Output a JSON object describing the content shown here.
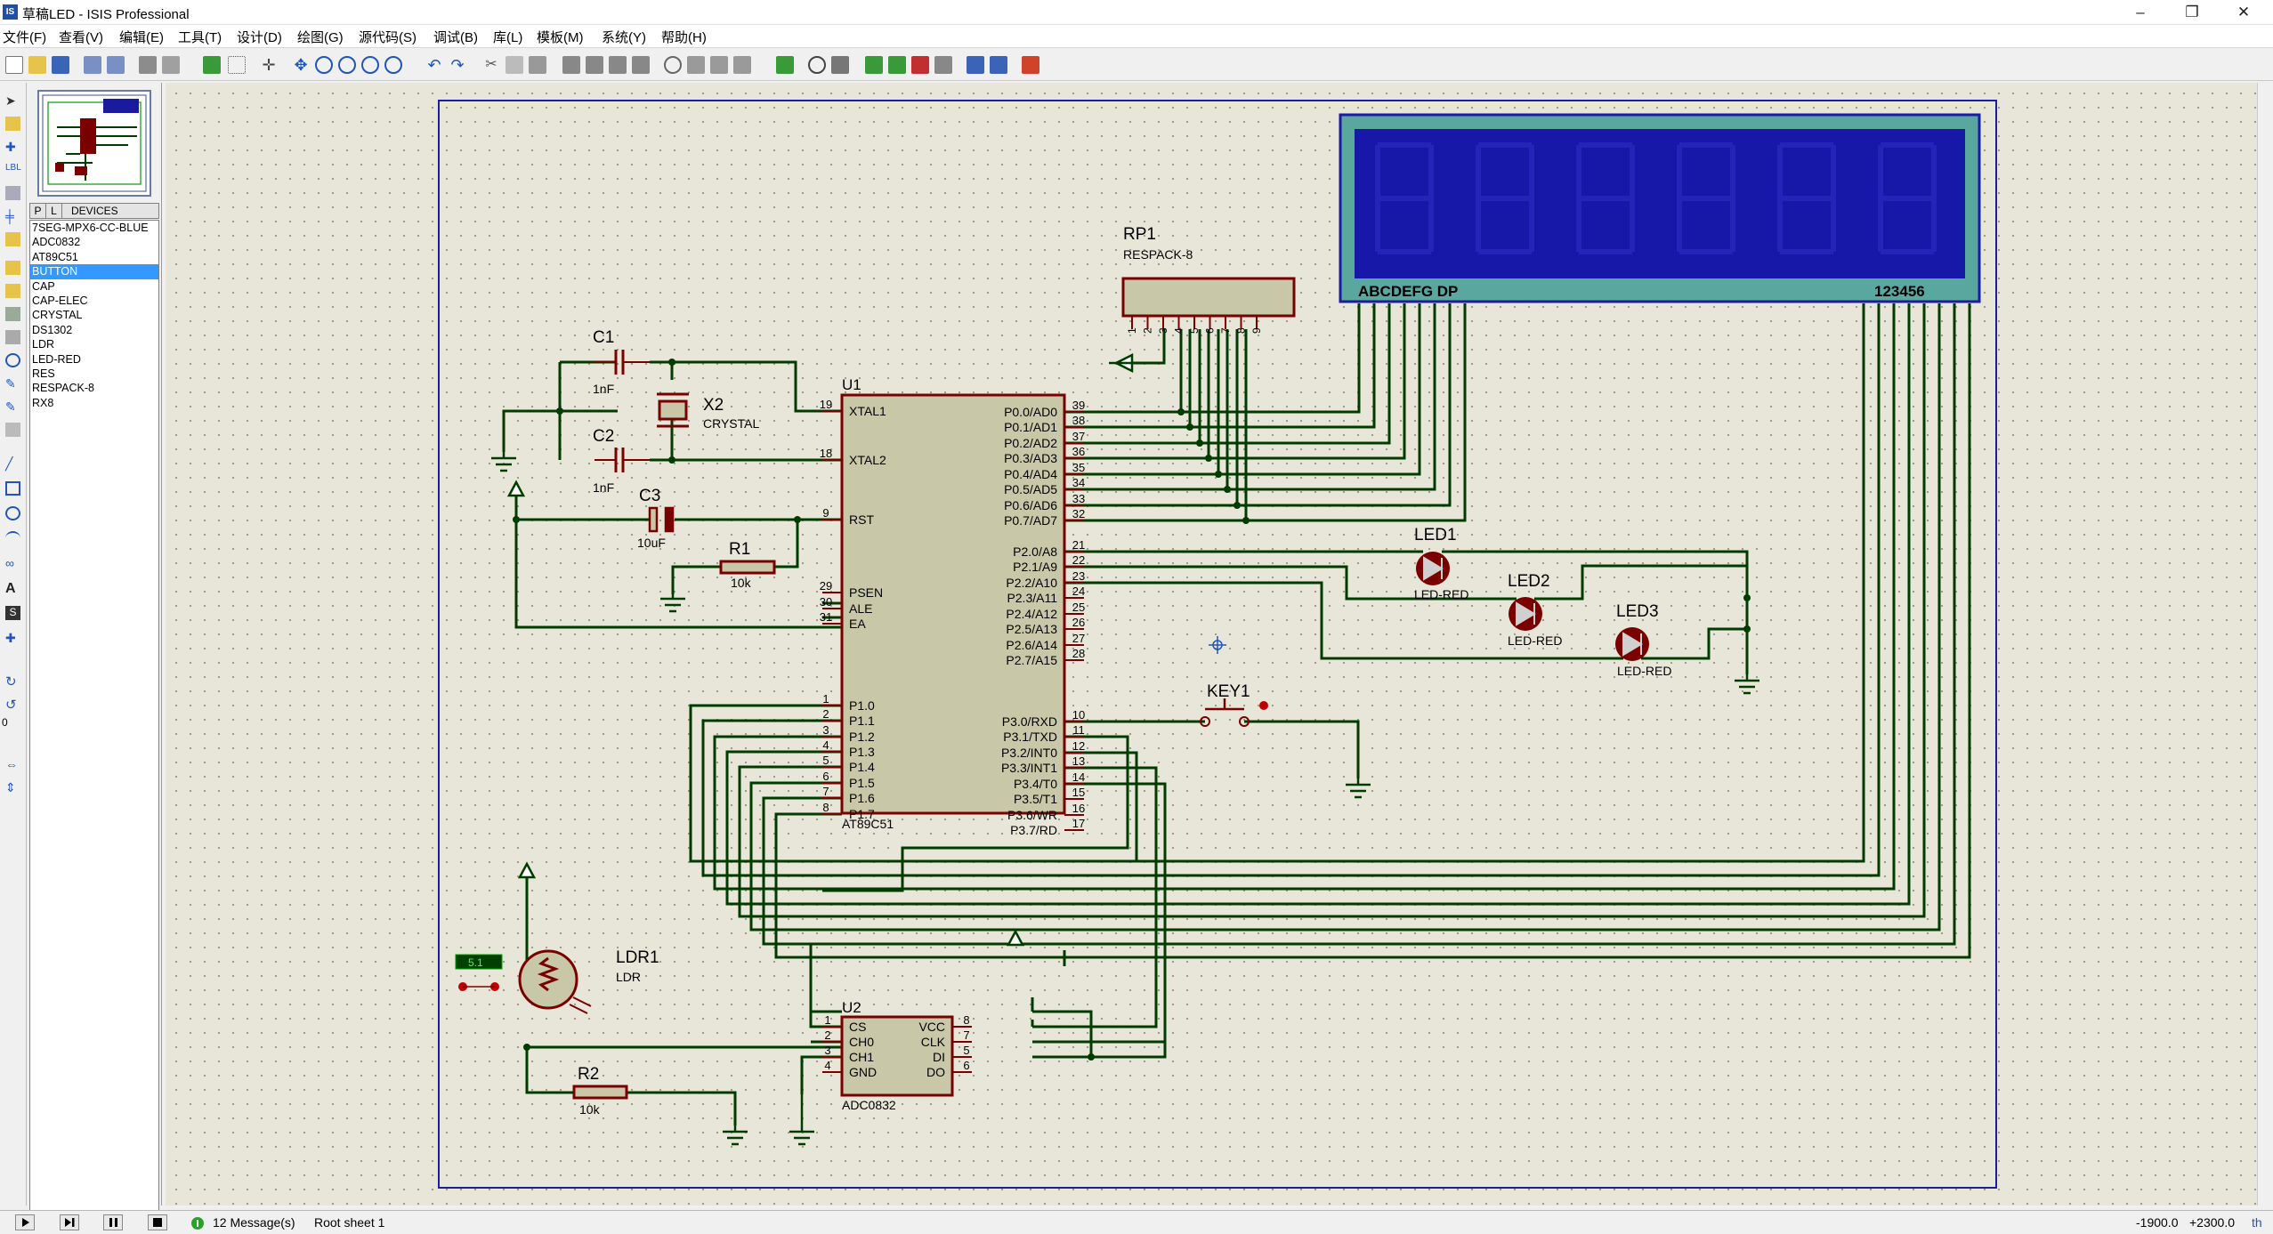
{
  "window": {
    "title": "草稿LED - ISIS Professional",
    "app_icon": "IS",
    "controls": {
      "minimize": "–",
      "maximize": "❐",
      "close": "✕"
    }
  },
  "menu": {
    "items": [
      "文件(F)",
      "查看(V)",
      "编辑(E)",
      "工具(T)",
      "设计(D)",
      "绘图(G)",
      "源代码(S)",
      "调试(B)",
      "库(L)",
      "模板(M)",
      "系统(Y)",
      "帮助(H)"
    ]
  },
  "toolbar_icons": [
    "new-icon",
    "open-icon",
    "save-icon",
    "import-icon",
    "export-icon",
    "print-icon",
    "print-area-icon",
    "refresh-icon",
    "grid-icon",
    "origin-icon",
    "pan-icon",
    "zoom-in-icon",
    "zoom-out-icon",
    "zoom-all-icon",
    "zoom-area-icon",
    "undo-icon",
    "redo-icon",
    "cut-icon",
    "copy-icon",
    "paste-icon",
    "block-copy-icon",
    "block-move-icon",
    "block-rotate-icon",
    "block-delete-icon",
    "pick-device-icon",
    "make-device-icon",
    "packaging-icon",
    "decompose-icon",
    "wire-autorouter-icon",
    "search-icon",
    "property-assign-icon",
    "new-sheet-icon",
    "remove-sheet-icon",
    "goto-sheet-icon",
    "bill-of-materials-icon",
    "electrical-rule-check-icon",
    "netlist-icon",
    "ares-icon"
  ],
  "devices_panel": {
    "tab_p": "P",
    "tab_l": "L",
    "header": "DEVICES",
    "selected_index": 3,
    "items": [
      "7SEG-MPX6-CC-BLUE",
      "ADC0832",
      "AT89C51",
      "BUTTON",
      "CAP",
      "CAP-ELEC",
      "CRYSTAL",
      "DS1302",
      "LDR",
      "LED-RED",
      "RES",
      "RESPACK-8",
      "RX8"
    ]
  },
  "schematic": {
    "u1": {
      "ref": "U1",
      "part": "AT89C51",
      "left_pins": [
        {
          "num": "19",
          "name": "XTAL1"
        },
        {
          "num": "18",
          "name": "XTAL2"
        },
        {
          "num": "9",
          "name": "RST"
        },
        {
          "num": "29",
          "name": "PSEN"
        },
        {
          "num": "30",
          "name": "ALE"
        },
        {
          "num": "31",
          "name": "EA"
        },
        {
          "num": "1",
          "name": "P1.0"
        },
        {
          "num": "2",
          "name": "P1.1"
        },
        {
          "num": "3",
          "name": "P1.2"
        },
        {
          "num": "4",
          "name": "P1.3"
        },
        {
          "num": "5",
          "name": "P1.4"
        },
        {
          "num": "6",
          "name": "P1.5"
        },
        {
          "num": "7",
          "name": "P1.6"
        },
        {
          "num": "8",
          "name": "P1.7"
        }
      ],
      "right_pins": [
        {
          "num": "39",
          "name": "P0.0/AD0"
        },
        {
          "num": "38",
          "name": "P0.1/AD1"
        },
        {
          "num": "37",
          "name": "P0.2/AD2"
        },
        {
          "num": "36",
          "name": "P0.3/AD3"
        },
        {
          "num": "35",
          "name": "P0.4/AD4"
        },
        {
          "num": "34",
          "name": "P0.5/AD5"
        },
        {
          "num": "33",
          "name": "P0.6/AD6"
        },
        {
          "num": "32",
          "name": "P0.7/AD7"
        },
        {
          "num": "21",
          "name": "P2.0/A8"
        },
        {
          "num": "22",
          "name": "P2.1/A9"
        },
        {
          "num": "23",
          "name": "P2.2/A10"
        },
        {
          "num": "24",
          "name": "P2.3/A11"
        },
        {
          "num": "25",
          "name": "P2.4/A12"
        },
        {
          "num": "26",
          "name": "P2.5/A13"
        },
        {
          "num": "27",
          "name": "P2.6/A14"
        },
        {
          "num": "28",
          "name": "P2.7/A15"
        },
        {
          "num": "10",
          "name": "P3.0/RXD"
        },
        {
          "num": "11",
          "name": "P3.1/TXD"
        },
        {
          "num": "12",
          "name": "P3.2/INT0"
        },
        {
          "num": "13",
          "name": "P3.3/INT1"
        },
        {
          "num": "14",
          "name": "P3.4/T0"
        },
        {
          "num": "15",
          "name": "P3.5/T1"
        },
        {
          "num": "16",
          "name": "P3.6/WR"
        },
        {
          "num": "17",
          "name": "P3.7/RD"
        }
      ]
    },
    "u2": {
      "ref": "U2",
      "part": "ADC0832",
      "left_pins": [
        {
          "num": "1",
          "name": "CS"
        },
        {
          "num": "2",
          "name": "CH0"
        },
        {
          "num": "3",
          "name": "CH1"
        },
        {
          "num": "4",
          "name": "GND"
        }
      ],
      "right_pins": [
        {
          "num": "8",
          "name": "VCC"
        },
        {
          "num": "7",
          "name": "CLK"
        },
        {
          "num": "5",
          "name": "DI"
        },
        {
          "num": "6",
          "name": "DO"
        }
      ]
    },
    "rp1": {
      "ref": "RP1",
      "part": "RESPACK-8",
      "pins": [
        "1",
        "2",
        "3",
        "4",
        "5",
        "6",
        "7",
        "8",
        "9"
      ]
    },
    "display": {
      "segment_label": "ABCDEFG  DP",
      "digit_label": "123456"
    },
    "c1": {
      "ref": "C1",
      "value": "1nF"
    },
    "c2": {
      "ref": "C2",
      "value": "1nF"
    },
    "c3": {
      "ref": "C3",
      "value": "10uF"
    },
    "x2": {
      "ref": "X2",
      "part": "CRYSTAL"
    },
    "r1": {
      "ref": "R1",
      "value": "10k"
    },
    "r2": {
      "ref": "R2",
      "value": "10k"
    },
    "led1": {
      "ref": "LED1",
      "part": "LED-RED"
    },
    "led2": {
      "ref": "LED2",
      "part": "LED-RED"
    },
    "led3": {
      "ref": "LED3",
      "part": "LED-RED"
    },
    "key1": {
      "ref": "KEY1"
    },
    "ldr1": {
      "ref": "LDR1",
      "part": "LDR",
      "readout": "5.1"
    }
  },
  "statusbar": {
    "messages": "12 Message(s)",
    "sheet": "Root sheet 1",
    "coord_x": "-1900.0",
    "coord_y": "+2300.0",
    "units": "th"
  }
}
